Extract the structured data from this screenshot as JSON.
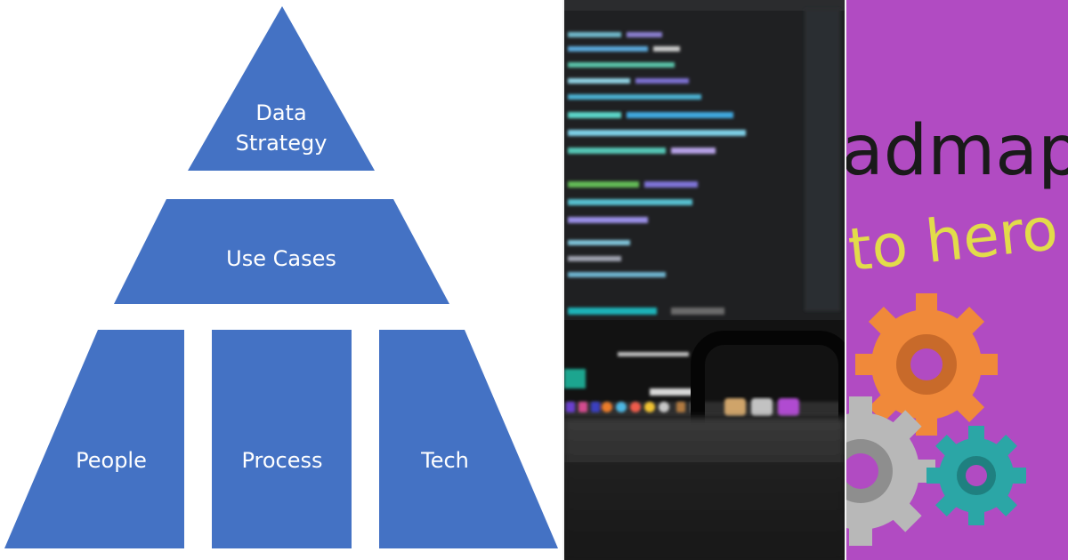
{
  "diagram": {
    "fill_color": "#4472c4",
    "label_color": "#ffffff",
    "top": {
      "line1": "Data",
      "line2": "Strategy"
    },
    "middle": {
      "label": "Use Cases"
    },
    "bottom": [
      {
        "label": "People"
      },
      {
        "label": "Process"
      },
      {
        "label": "Tech"
      }
    ]
  },
  "photos": {
    "code_screen": {
      "icon": "code-screen-photo",
      "background": "#1a1a1a"
    },
    "roadmap": {
      "icon": "roadmap-gears-photo",
      "background": "#b14bc2",
      "visible_text_line1": "admap",
      "visible_text_line2": "to hero"
    }
  }
}
